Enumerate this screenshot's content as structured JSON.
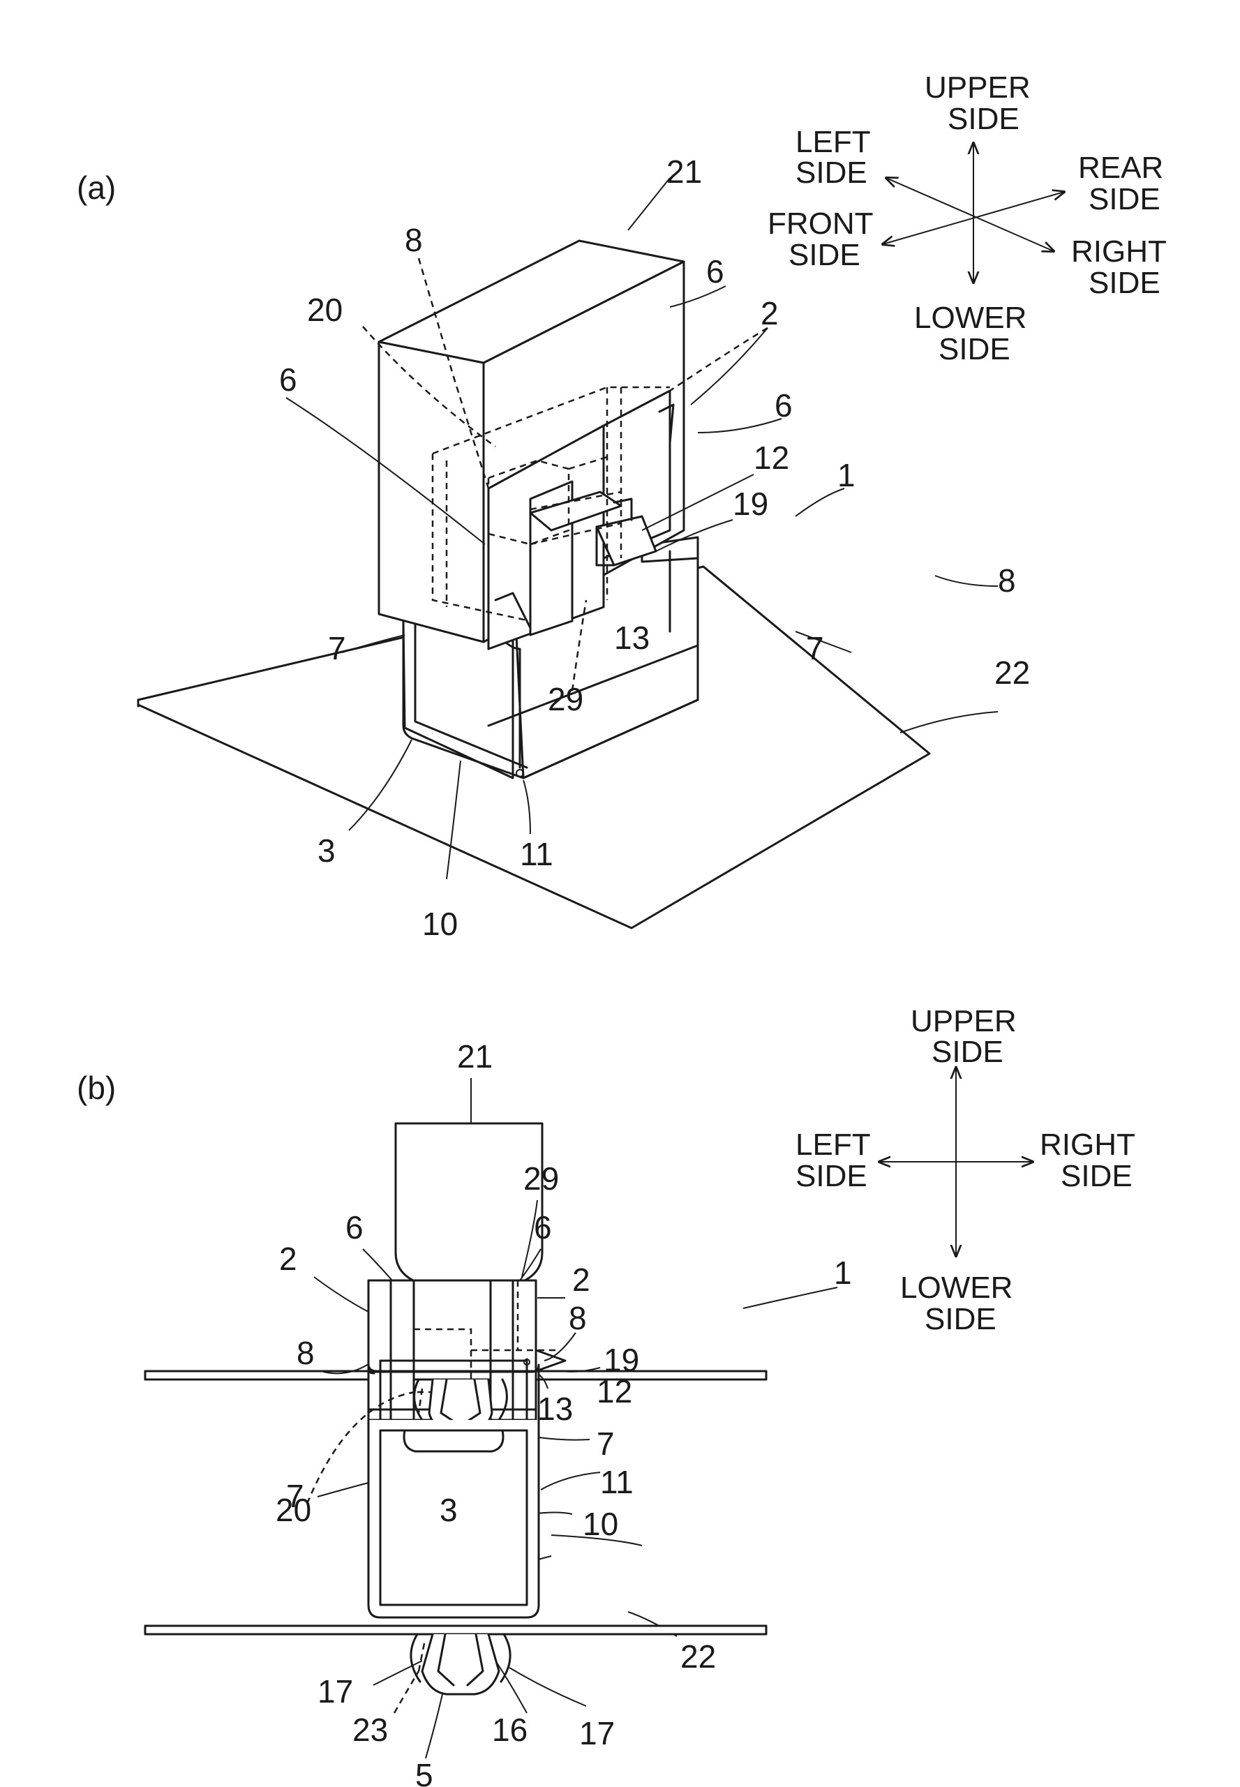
{
  "figure_a": {
    "label": "(a)",
    "reference_numerals": [
      "21",
      "8",
      "6",
      "20",
      "2",
      "6",
      "6",
      "12",
      "19",
      "1",
      "8",
      "13",
      "7",
      "7",
      "29",
      "22",
      "3",
      "11",
      "10"
    ],
    "directions": {
      "upper": [
        "UPPER",
        "SIDE"
      ],
      "lower": [
        "LOWER",
        "SIDE"
      ],
      "left": [
        "LEFT",
        "SIDE"
      ],
      "right": [
        "RIGHT",
        "SIDE"
      ],
      "front": [
        "FRONT",
        "SIDE"
      ],
      "rear": [
        "REAR",
        "SIDE"
      ]
    }
  },
  "figure_b": {
    "label": "(b)",
    "reference_numerals": [
      "21",
      "6",
      "29",
      "6",
      "2",
      "2",
      "8",
      "1",
      "8",
      "19",
      "12",
      "13",
      "20",
      "7",
      "7",
      "11",
      "3",
      "10",
      "22",
      "17",
      "23",
      "16",
      "17",
      "5"
    ],
    "directions": {
      "upper": [
        "UPPER",
        "SIDE"
      ],
      "lower": [
        "LOWER",
        "SIDE"
      ],
      "left": [
        "LEFT",
        "SIDE"
      ],
      "right": [
        "RIGHT",
        "SIDE"
      ]
    }
  }
}
